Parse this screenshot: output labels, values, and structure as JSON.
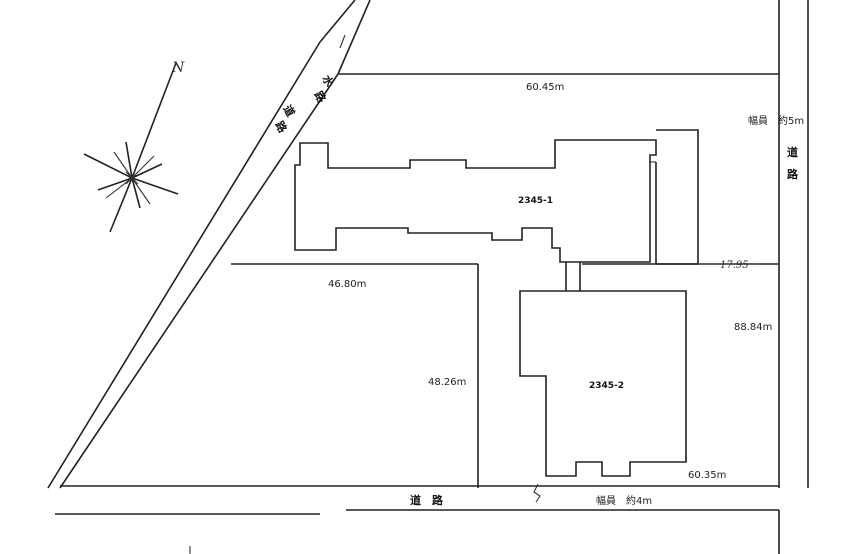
{
  "dimensions": {
    "top": "60.45m",
    "lot1_south": "46.80m",
    "center_vertical": "48.26m",
    "east": "88.84m",
    "bottom": "60.35m",
    "small_east": "17.95"
  },
  "lots": {
    "lot1": "2345-1",
    "lot2": "2345-2"
  },
  "roads": {
    "waterway_chars": [
      "水",
      "路"
    ],
    "west_road_chars": [
      "道",
      "路"
    ],
    "east_road_chars": [
      "道",
      "路"
    ],
    "east_width_label": "幅員　約5m",
    "south_road_label": "道　路",
    "south_width_label": "幅員　約4m"
  },
  "compass": {
    "north_label": "N",
    "icon": "compass-rose-icon"
  }
}
